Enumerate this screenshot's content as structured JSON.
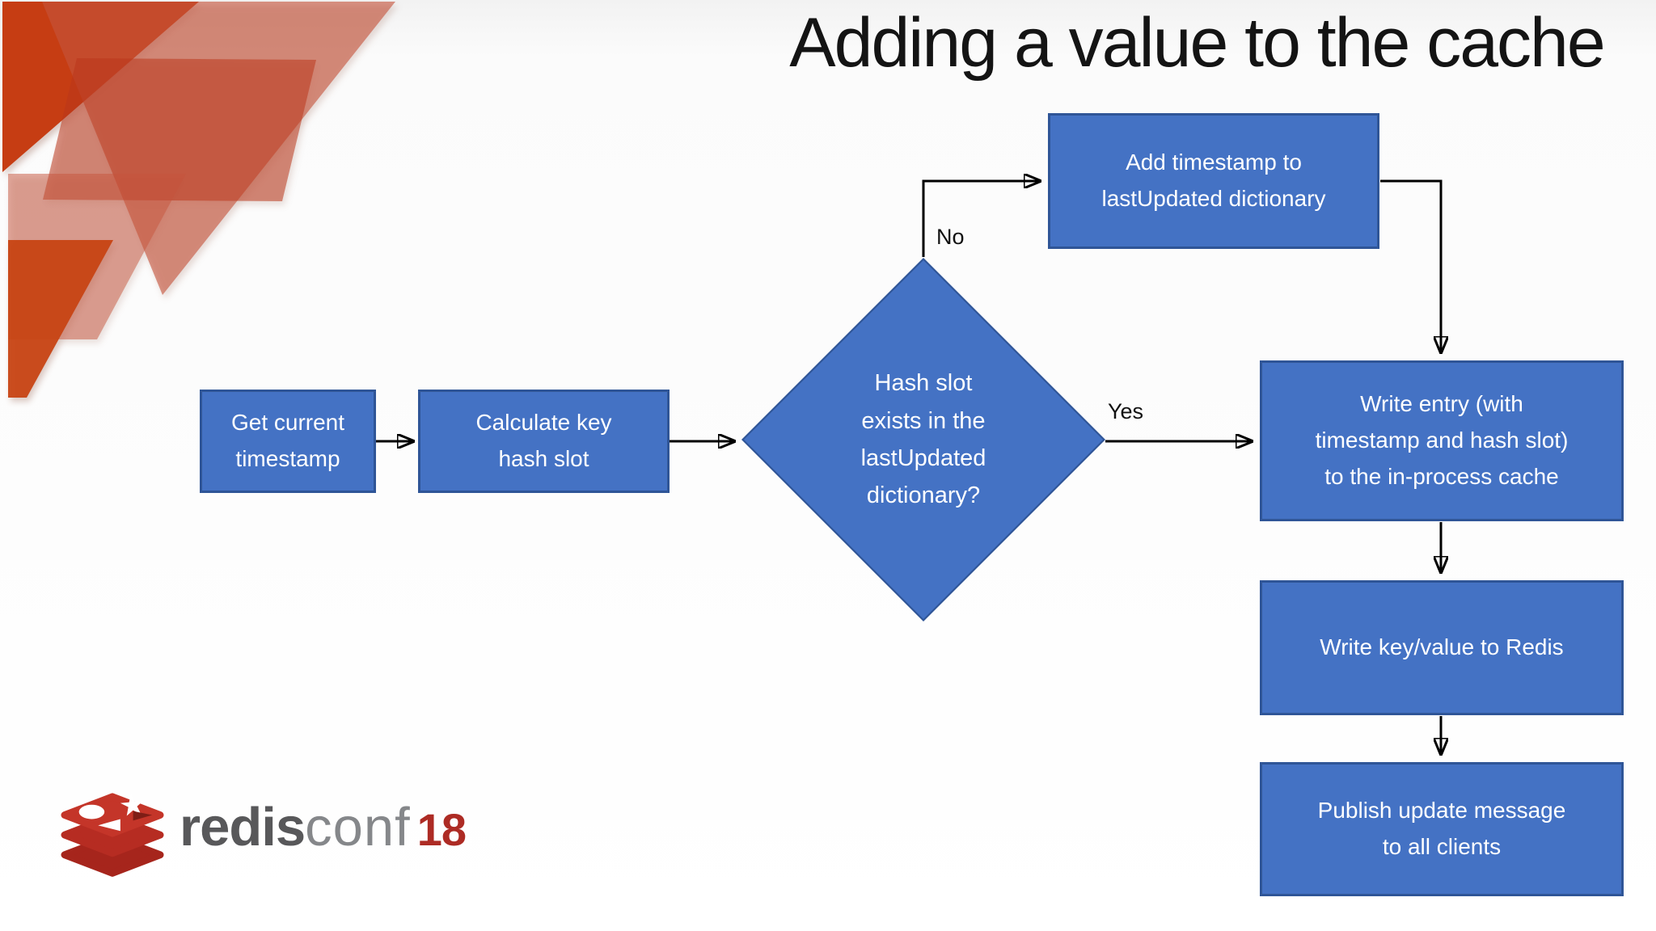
{
  "slide": {
    "title": "Adding a value to the cache"
  },
  "colors": {
    "node_fill": "#4472c4",
    "node_border": "#2f5597",
    "node_text": "#ffffff",
    "arrow": "#000000",
    "decor_red": "#c63d13",
    "logo_red": "#ad2b24",
    "logo_gray_dark": "#58585a",
    "logo_gray_light": "#85878a"
  },
  "flowchart": {
    "nodes": [
      {
        "id": "get-current-timestamp",
        "type": "process",
        "label": "Get current timestamp"
      },
      {
        "id": "calculate-key-hash-slot",
        "type": "process",
        "label": "Calculate key hash slot"
      },
      {
        "id": "hash-slot-exists",
        "type": "decision",
        "label": "Hash slot exists in the lastUpdated dictionary?"
      },
      {
        "id": "add-timestamp",
        "type": "process",
        "label": "Add timestamp to lastUpdated dictionary"
      },
      {
        "id": "write-entry",
        "type": "process",
        "label": "Write entry (with timestamp and hash slot) to the in-process cache"
      },
      {
        "id": "write-key-value-redis",
        "type": "process",
        "label": "Write key/value to Redis"
      },
      {
        "id": "publish-update",
        "type": "process",
        "label": "Publish update message to all clients"
      }
    ],
    "edge_labels": {
      "no": "No",
      "yes": "Yes"
    }
  },
  "logo": {
    "brand_bold": "redis",
    "brand_light": "conf",
    "year": "18"
  }
}
